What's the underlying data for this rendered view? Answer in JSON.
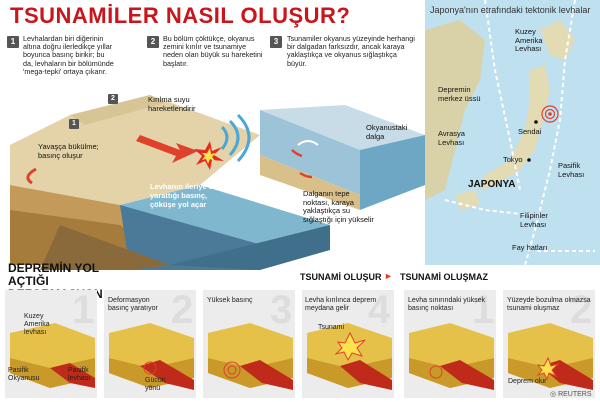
{
  "title": "TSUNAMİLER NASIL OLUŞUR?",
  "steps": [
    {
      "num": "1",
      "text": "Levhalardan biri diğerinin altına doğru ilerledikçe yıllar boyunca basınç birikir; bu da, levhaların bir bölümünde 'mega-tepki' ortaya çıkarır."
    },
    {
      "num": "2",
      "text": "Bu bölüm çöktükçe, okyanus zemini kırılır ve tsunamiye neden olan büyük su hareketini başlatır."
    },
    {
      "num": "3",
      "text": "Tsunamiler okyanus yüzeyinde herhangi bir dalgadan farksızdır, ancak karaya yaklaştıkça ve okyanus sığlaştıkça büyür."
    }
  ],
  "diagram_labels": {
    "badge1": "1",
    "badge2": "2",
    "fracture": "Kırılma suyu hareketlendirir",
    "bending": "Yavaşça bükülme; basınç oluşur",
    "push": "Levhanın ileriye doğru yarattığı basınç, çöküşe yol açar",
    "ocean_wave": "Okyanustaki dalga",
    "crest": "Dalganın tepe noktası, karaya yaklaştıkça su sığlaştığı için yükselir"
  },
  "map": {
    "title": "Japonya'nın etrafındaki tektonik levhalar",
    "kuzey": "Kuzey Amerika Levhası",
    "epicenter": "Depremin merkez üssü",
    "sendai": "Sendai",
    "avrasya": "Avrasya Levhası",
    "tokyo": "Tokyo",
    "pasifik": "Pasifik Levhası",
    "japonya": "JAPONYA",
    "filipinler": "Filipinler Levhası",
    "fay": "Fay hatları"
  },
  "section": {
    "heading": "DEPREMİN YOL AÇTIĞI DEFORMASYON",
    "tsunami_yes": "TSUNAMİ OLUŞUR",
    "tsunami_no": "TSUNAMİ OLUŞMAZ"
  },
  "panels": [
    {
      "num": "1",
      "caption": "",
      "labels": [
        "Kuzey Amerika levhası",
        "Pasifik Okyanusu",
        "Pasifik levhası"
      ]
    },
    {
      "num": "2",
      "caption": "Deformasyon basınç yaratıyor",
      "labels": []
    },
    {
      "num": "3",
      "caption": "Yüksek basınç",
      "labels": [
        "Gücün yönü"
      ]
    },
    {
      "num": "4",
      "caption": "Levha kırılınca deprem meydana gelir",
      "labels": [
        "Tsunami"
      ]
    },
    {
      "num": "1",
      "caption": "Levha sınırındaki yüksek basınç noktası",
      "labels": []
    },
    {
      "num": "2",
      "caption": "Yüzeyde bozulma olmazsa tsunami oluşmaz",
      "labels": [
        "Deprem olur"
      ]
    }
  ],
  "credit": "REUTERS"
}
